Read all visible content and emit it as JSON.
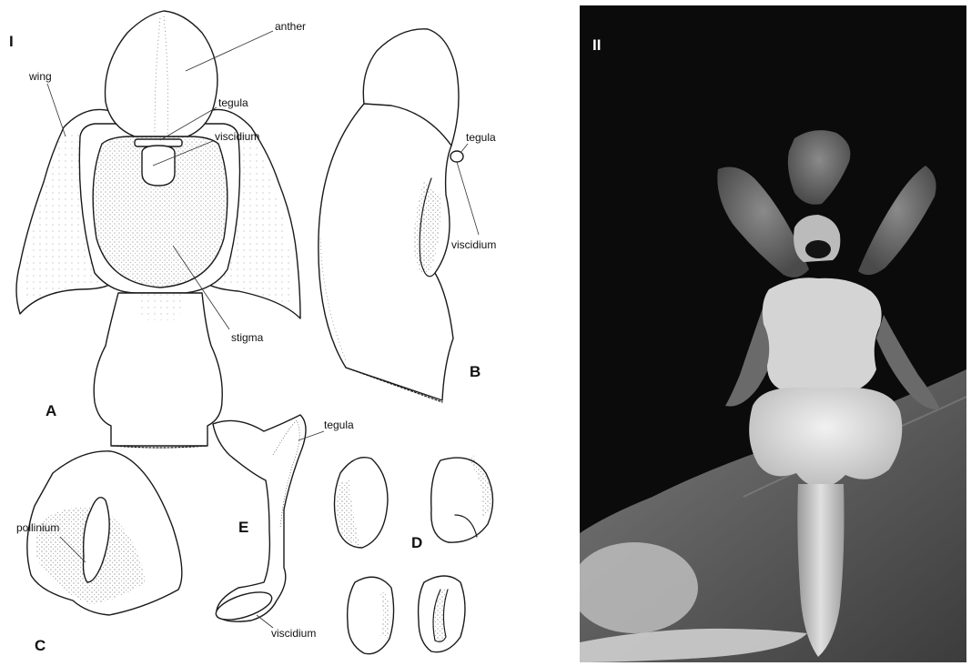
{
  "panels": {
    "drawing": {
      "label": "I",
      "figures": {
        "a": {
          "letter": "A",
          "callouts": {
            "anther": "anther",
            "wing": "wing",
            "tegula": "tegula",
            "viscidium": "viscidium",
            "stigma": "stigma"
          }
        },
        "b": {
          "letter": "B",
          "callouts": {
            "tegula": "tegula",
            "viscidium": "viscidium"
          }
        },
        "c": {
          "letter": "C",
          "callouts": {
            "pollinium": "pollinium"
          }
        },
        "d": {
          "letter": "D"
        },
        "e": {
          "letter": "E",
          "callouts": {
            "tegula": "tegula",
            "viscidium": "viscidium"
          }
        }
      }
    },
    "photo": {
      "label": "II"
    }
  }
}
